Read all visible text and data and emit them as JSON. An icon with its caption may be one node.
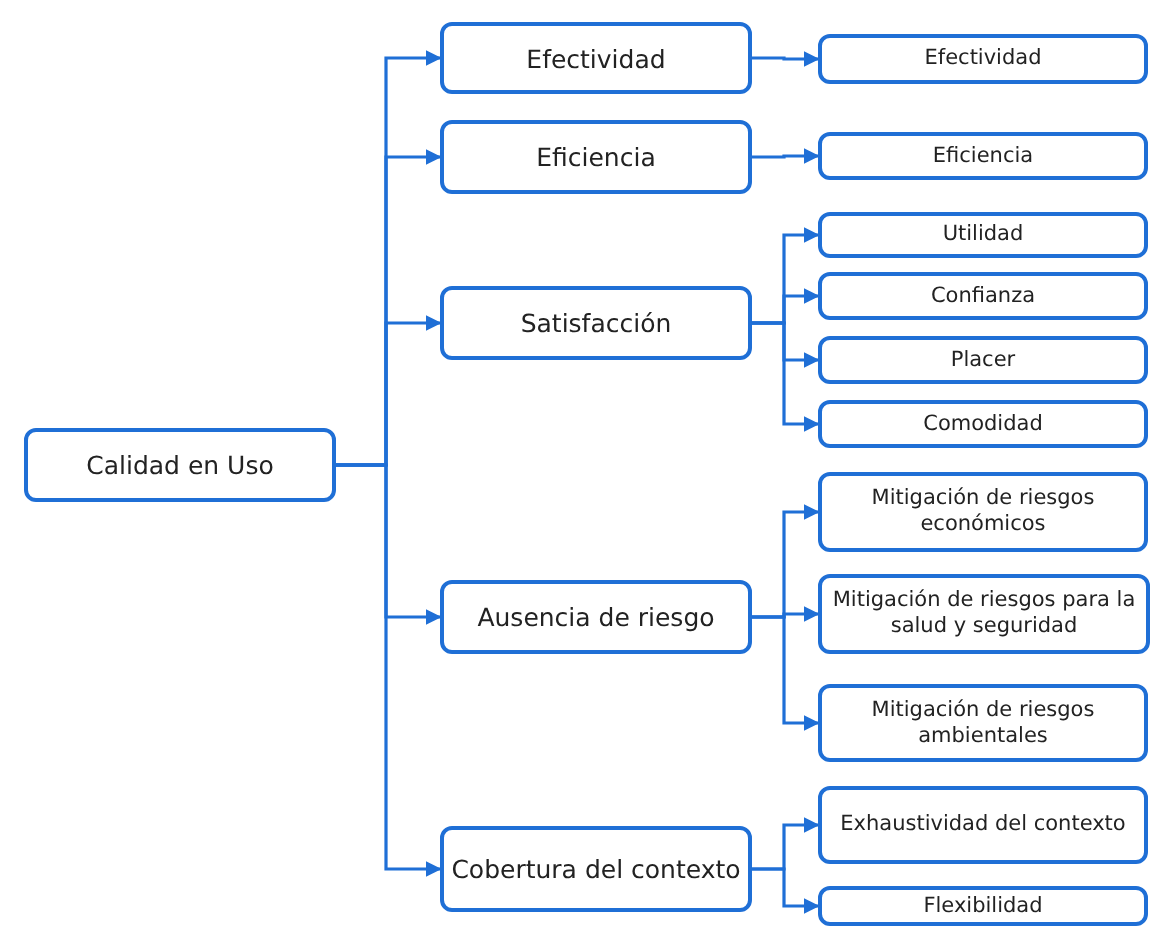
{
  "diagram": {
    "nodes": [
      {
        "text": [
          "Calidad en Uso"
        ]
      },
      {
        "text": [
          "Efectividad"
        ]
      },
      {
        "text": [
          "Efectividad"
        ]
      },
      {
        "text": [
          "Eficiencia"
        ]
      },
      {
        "text": [
          "Eficiencia"
        ]
      },
      {
        "text": [
          "Satisfacción"
        ]
      },
      {
        "text": [
          "Utilidad"
        ]
      },
      {
        "text": [
          "Confianza"
        ]
      },
      {
        "text": [
          "Placer"
        ]
      },
      {
        "text": [
          "Comodidad"
        ]
      },
      {
        "text": [
          "Ausencia de riesgo"
        ]
      },
      {
        "text": [
          "Mitigación de riesgos económicos"
        ]
      },
      {
        "text": [
          "Mitigación de riesgos para la salud y seguridad"
        ]
      },
      {
        "text": [
          "Mitigación de riesgos ambientales"
        ]
      },
      {
        "text": [
          "Cobertura del contexto"
        ]
      },
      {
        "text": [
          "Exhaustividad del contexto"
        ]
      },
      {
        "text": [
          "Flexibilidad"
        ]
      }
    ],
    "edges": [
      {
        "from": 0,
        "to": 1,
        "arrow": "to"
      },
      {
        "from": 0,
        "to": 3,
        "arrow": "to"
      },
      {
        "from": 0,
        "to": 5,
        "arrow": "to"
      },
      {
        "from": 0,
        "to": 10,
        "arrow": "to"
      },
      {
        "from": 0,
        "to": 14,
        "arrow": "to"
      },
      {
        "from": 1,
        "to": 2,
        "arrow": "to"
      },
      {
        "from": 3,
        "to": 4,
        "arrow": "to"
      },
      {
        "from": 5,
        "to": 6,
        "arrow": "to"
      },
      {
        "from": 5,
        "to": 7,
        "arrow": "to"
      },
      {
        "from": 5,
        "to": 8,
        "arrow": "to"
      },
      {
        "from": 5,
        "to": 9,
        "arrow": "to"
      },
      {
        "from": 10,
        "to": 11,
        "arrow": "to"
      },
      {
        "from": 10,
        "to": 12,
        "arrow": "to"
      },
      {
        "from": 10,
        "to": 13,
        "arrow": "to"
      },
      {
        "from": 14,
        "to": 15,
        "arrow": "to"
      },
      {
        "from": 14,
        "to": 16,
        "arrow": "to"
      }
    ]
  }
}
